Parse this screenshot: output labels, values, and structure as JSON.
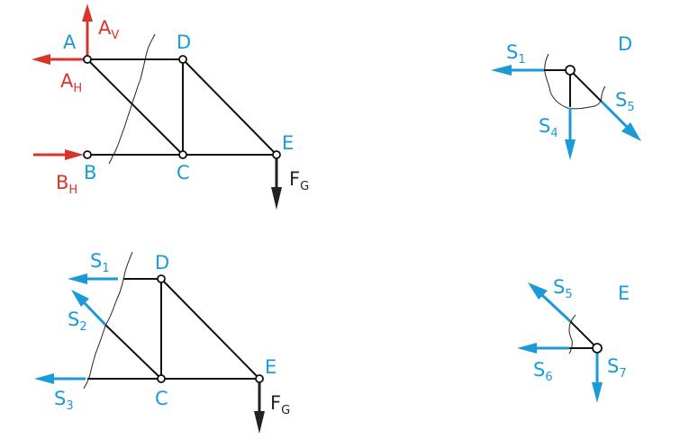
{
  "colors": {
    "node_label": "#1a9ad6",
    "member_force": "#1a9ad6",
    "reaction": "#d9342b",
    "load": "#222222",
    "member": "#111111"
  },
  "panel_full": {
    "nodes": {
      "A": "A",
      "B": "B",
      "C": "C",
      "D": "D",
      "E": "E"
    },
    "reactions": {
      "av": {
        "main": "A",
        "sub": "V"
      },
      "ah": {
        "main": "A",
        "sub": "H"
      },
      "bh": {
        "main": "B",
        "sub": "H"
      }
    },
    "load": {
      "main": "F",
      "sub": "G"
    }
  },
  "panel_cut_section": {
    "nodes": {
      "C": "C",
      "D": "D",
      "E": "E"
    },
    "forces": {
      "s1": {
        "main": "S",
        "sub": "1"
      },
      "s2": {
        "main": "S",
        "sub": "2"
      },
      "s3": {
        "main": "S",
        "sub": "3"
      }
    },
    "load": {
      "main": "F",
      "sub": "G"
    }
  },
  "panel_node_d": {
    "node": "D",
    "forces": {
      "s1": {
        "main": "S",
        "sub": "1"
      },
      "s4": {
        "main": "S",
        "sub": "4"
      },
      "s5": {
        "main": "S",
        "sub": "5"
      }
    }
  },
  "panel_node_e": {
    "node": "E",
    "forces": {
      "s5": {
        "main": "S",
        "sub": "5"
      },
      "s6": {
        "main": "S",
        "sub": "6"
      },
      "s7": {
        "main": "S",
        "sub": "7"
      }
    }
  }
}
